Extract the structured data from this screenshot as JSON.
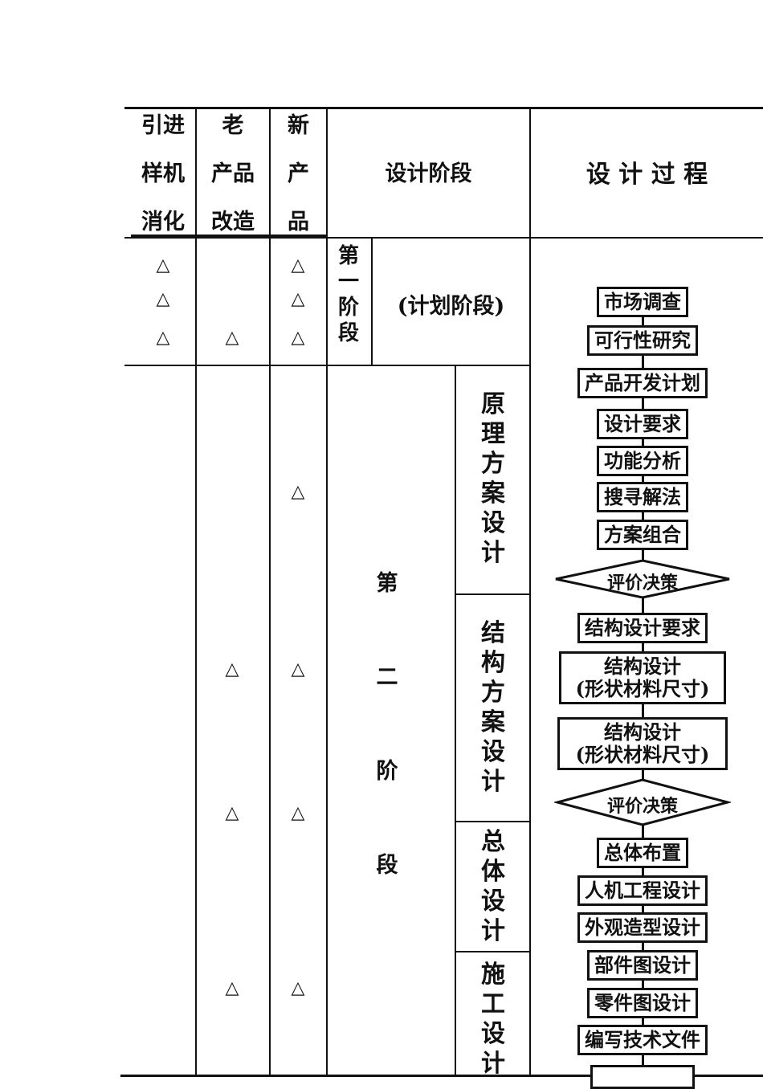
{
  "header": {
    "col1": [
      "引进",
      "样机",
      "消化"
    ],
    "col2": [
      "老",
      "产品",
      "改造"
    ],
    "col3": [
      "新",
      "产",
      "品"
    ],
    "stage": "设计阶段",
    "process": "设 计 过 程"
  },
  "stage1": {
    "label": "第一阶段",
    "sub": "(计划阶段)"
  },
  "stage2": {
    "label": "第二阶段",
    "subs": [
      "原理方案设计",
      "结构方案设计",
      "总体设计",
      "施工设计"
    ]
  },
  "marker": "△",
  "flow": {
    "steps": [
      "市场调查",
      "可行性研究",
      "产品开发计划",
      "设计要求",
      "功能分析",
      "搜寻解法",
      "方案组合"
    ],
    "decision1": "评价决策",
    "struct_req": "结构设计要求",
    "struct1": [
      "结构设计",
      "(形状材料尺寸)"
    ],
    "struct2": [
      "结构设计",
      "(形状材料尺寸)"
    ],
    "decision2": "评价决策",
    "steps2": [
      "总体布置",
      "人机工程设计",
      "外观造型设计",
      "部件图设计",
      "零件图设计",
      "编写技术文件"
    ]
  }
}
